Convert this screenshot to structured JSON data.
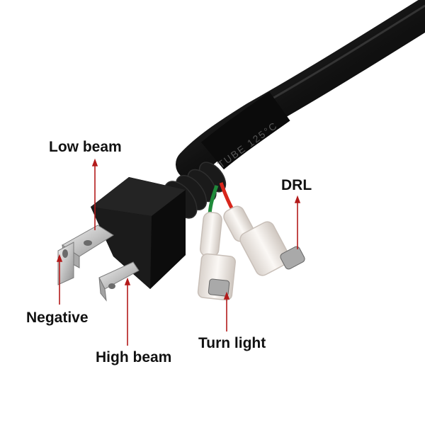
{
  "labels": {
    "low_beam": "Low beam",
    "negative": "Negative",
    "high_beam": "High beam",
    "turn_light": "Turn light",
    "drl": "DRL"
  },
  "cable_print": "TUBE 125°C",
  "colors": {
    "pointer_line": "#b31b1b",
    "plug_body": "#151515",
    "terminal_metal": "#c9c9c9",
    "wire_red": "#d8261c",
    "wire_green": "#1f8a3a",
    "connector_sleeve": "#efe9e4"
  }
}
